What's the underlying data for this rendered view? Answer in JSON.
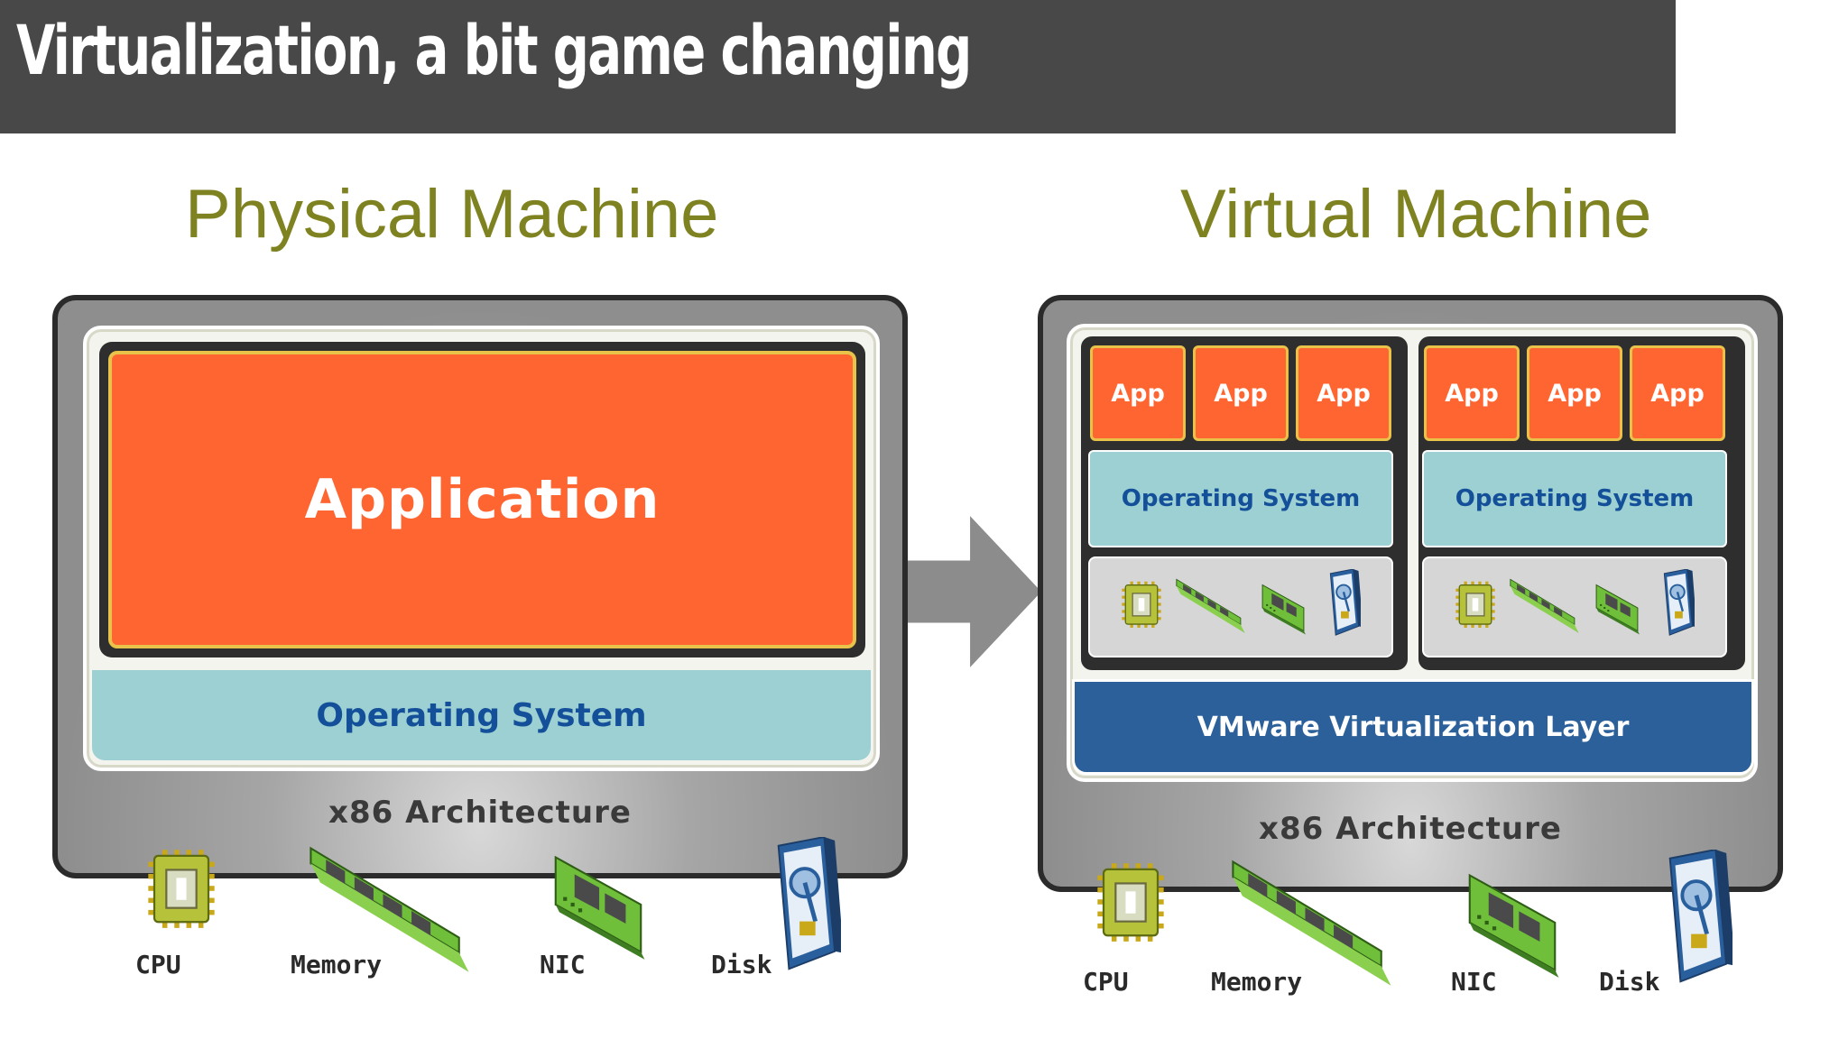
{
  "header": {
    "title": "Virtualization, a bit game changing"
  },
  "physical": {
    "heading": "Physical Machine",
    "application": "Application",
    "os": "Operating System",
    "architecture": "x86 Architecture",
    "hardware": {
      "cpu": "CPU",
      "memory": "Memory",
      "nic": "NIC",
      "disk": "Disk"
    }
  },
  "virtual": {
    "heading": "Virtual Machine",
    "vms": [
      {
        "apps": [
          "App",
          "App",
          "App"
        ],
        "os": "Operating System"
      },
      {
        "apps": [
          "App",
          "App",
          "App"
        ],
        "os": "Operating System"
      }
    ],
    "layer": "VMware Virtualization Layer",
    "architecture": "x86 Architecture",
    "hardware": {
      "cpu": "CPU",
      "memory": "Memory",
      "nic": "NIC",
      "disk": "Disk"
    }
  },
  "colors": {
    "title_bar": "#484848",
    "heading": "#7f8220",
    "app": "#ff6531",
    "os": "#9dd0d2",
    "os_text": "#14509a",
    "vmware_layer": "#2c609b",
    "arrow": "#8c8c8c"
  },
  "icons": [
    "cpu-chip-icon",
    "memory-module-icon",
    "nic-card-icon",
    "disk-drive-icon",
    "right-arrow-icon"
  ]
}
